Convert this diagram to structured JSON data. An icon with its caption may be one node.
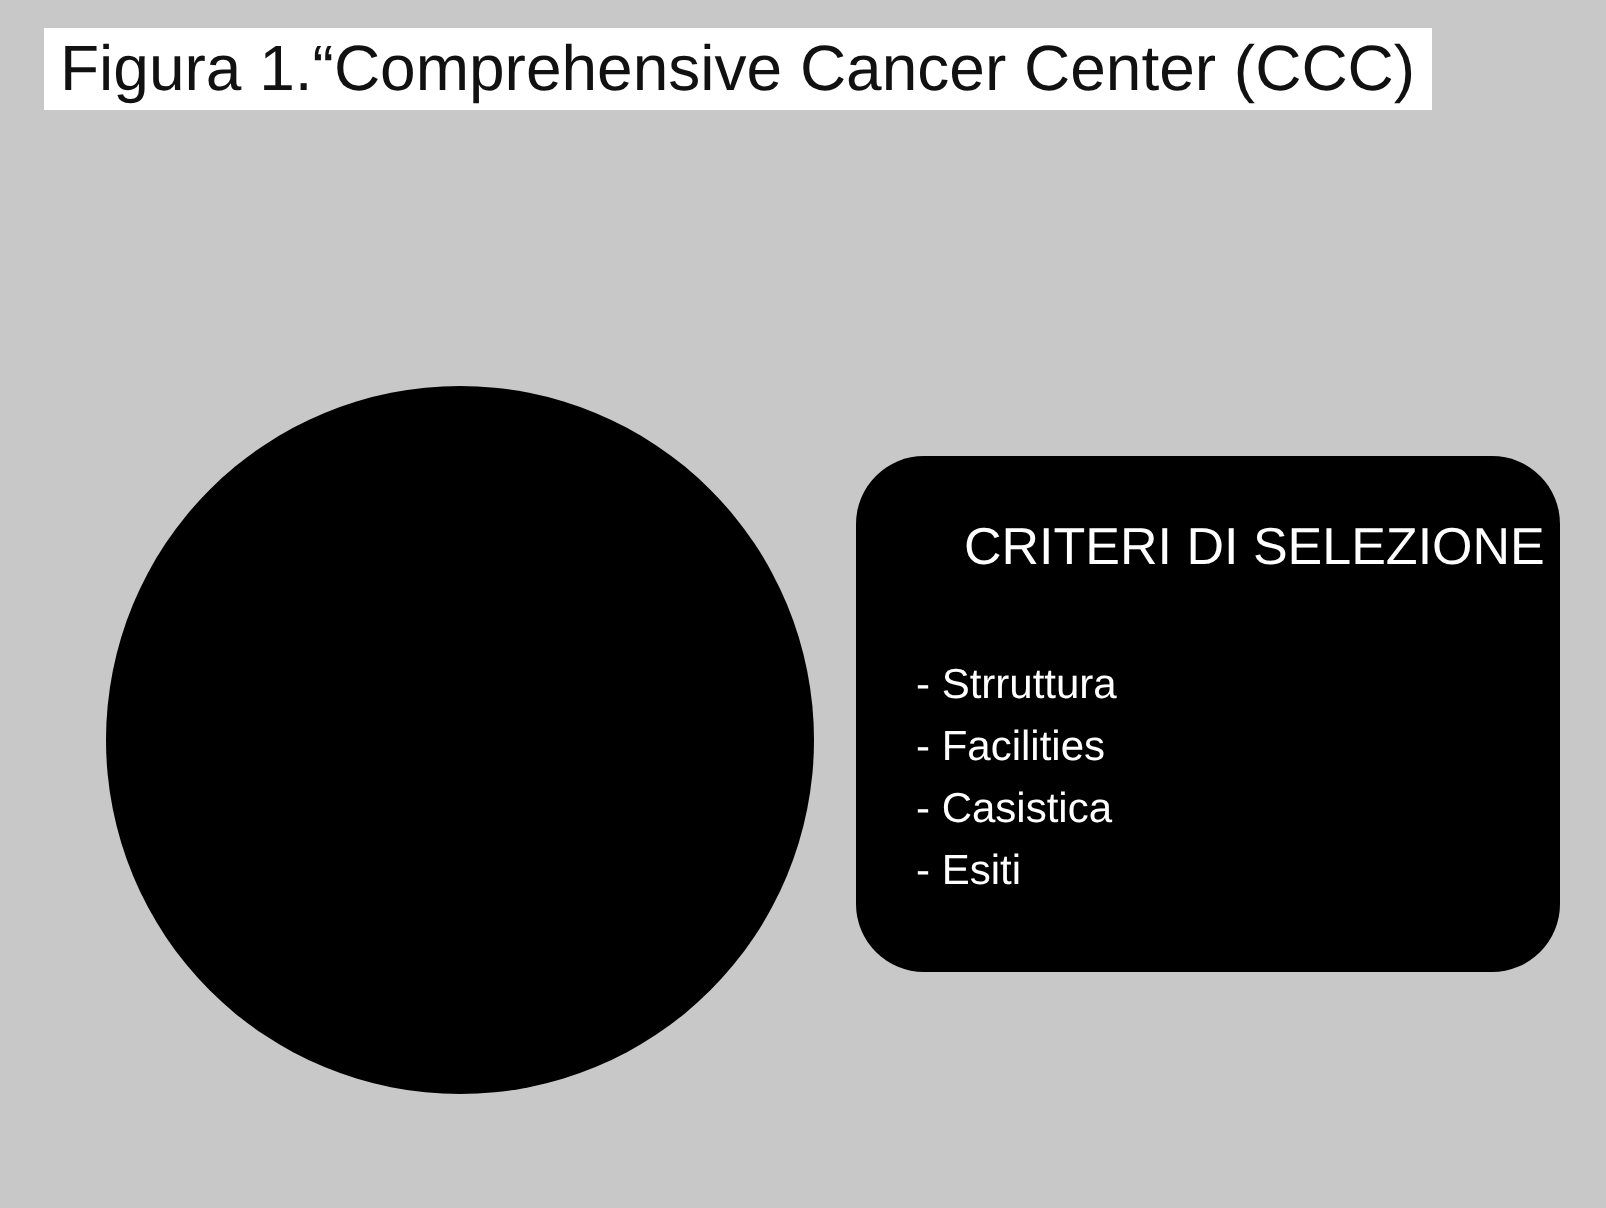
{
  "diagram": {
    "title": "Figura 1.“Comprehensive Cancer Center (CCC)",
    "nodes": [
      {
        "text": [],
        "shape": "circle"
      },
      {
        "text": [
          "CRITERI DI SELEZIONE",
          "- Strruttura",
          "- Facilities",
          "- Casistica",
          "- Esiti"
        ]
      }
    ],
    "edges": []
  }
}
